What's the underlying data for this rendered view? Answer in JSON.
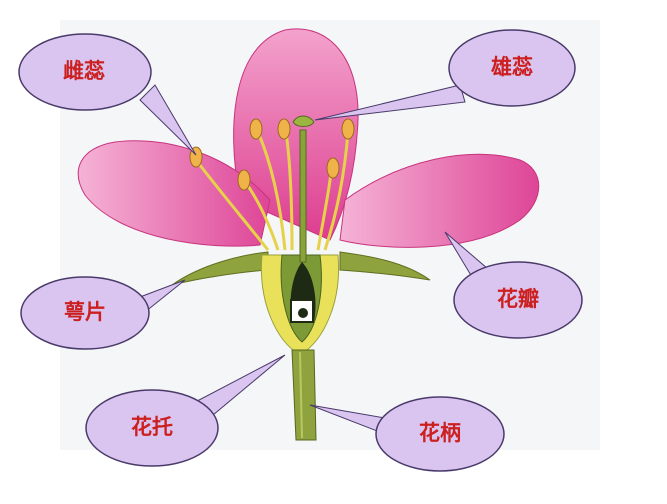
{
  "diagram": {
    "labels": {
      "stamen": "雄蕊",
      "pistil": "雌蕊",
      "sepal": "萼片",
      "petal": "花瓣",
      "receptacle": "花托",
      "pedicel": "花柄"
    },
    "colors": {
      "bubble_fill": "#d9c5ef",
      "bubble_stroke": "#4a3a6a",
      "label_text": "#cc1f1f",
      "petal": "#e03c90",
      "petal_light": "#f6a8cf",
      "green": "#7f9a3a",
      "yellow": "#e9e15a"
    }
  }
}
